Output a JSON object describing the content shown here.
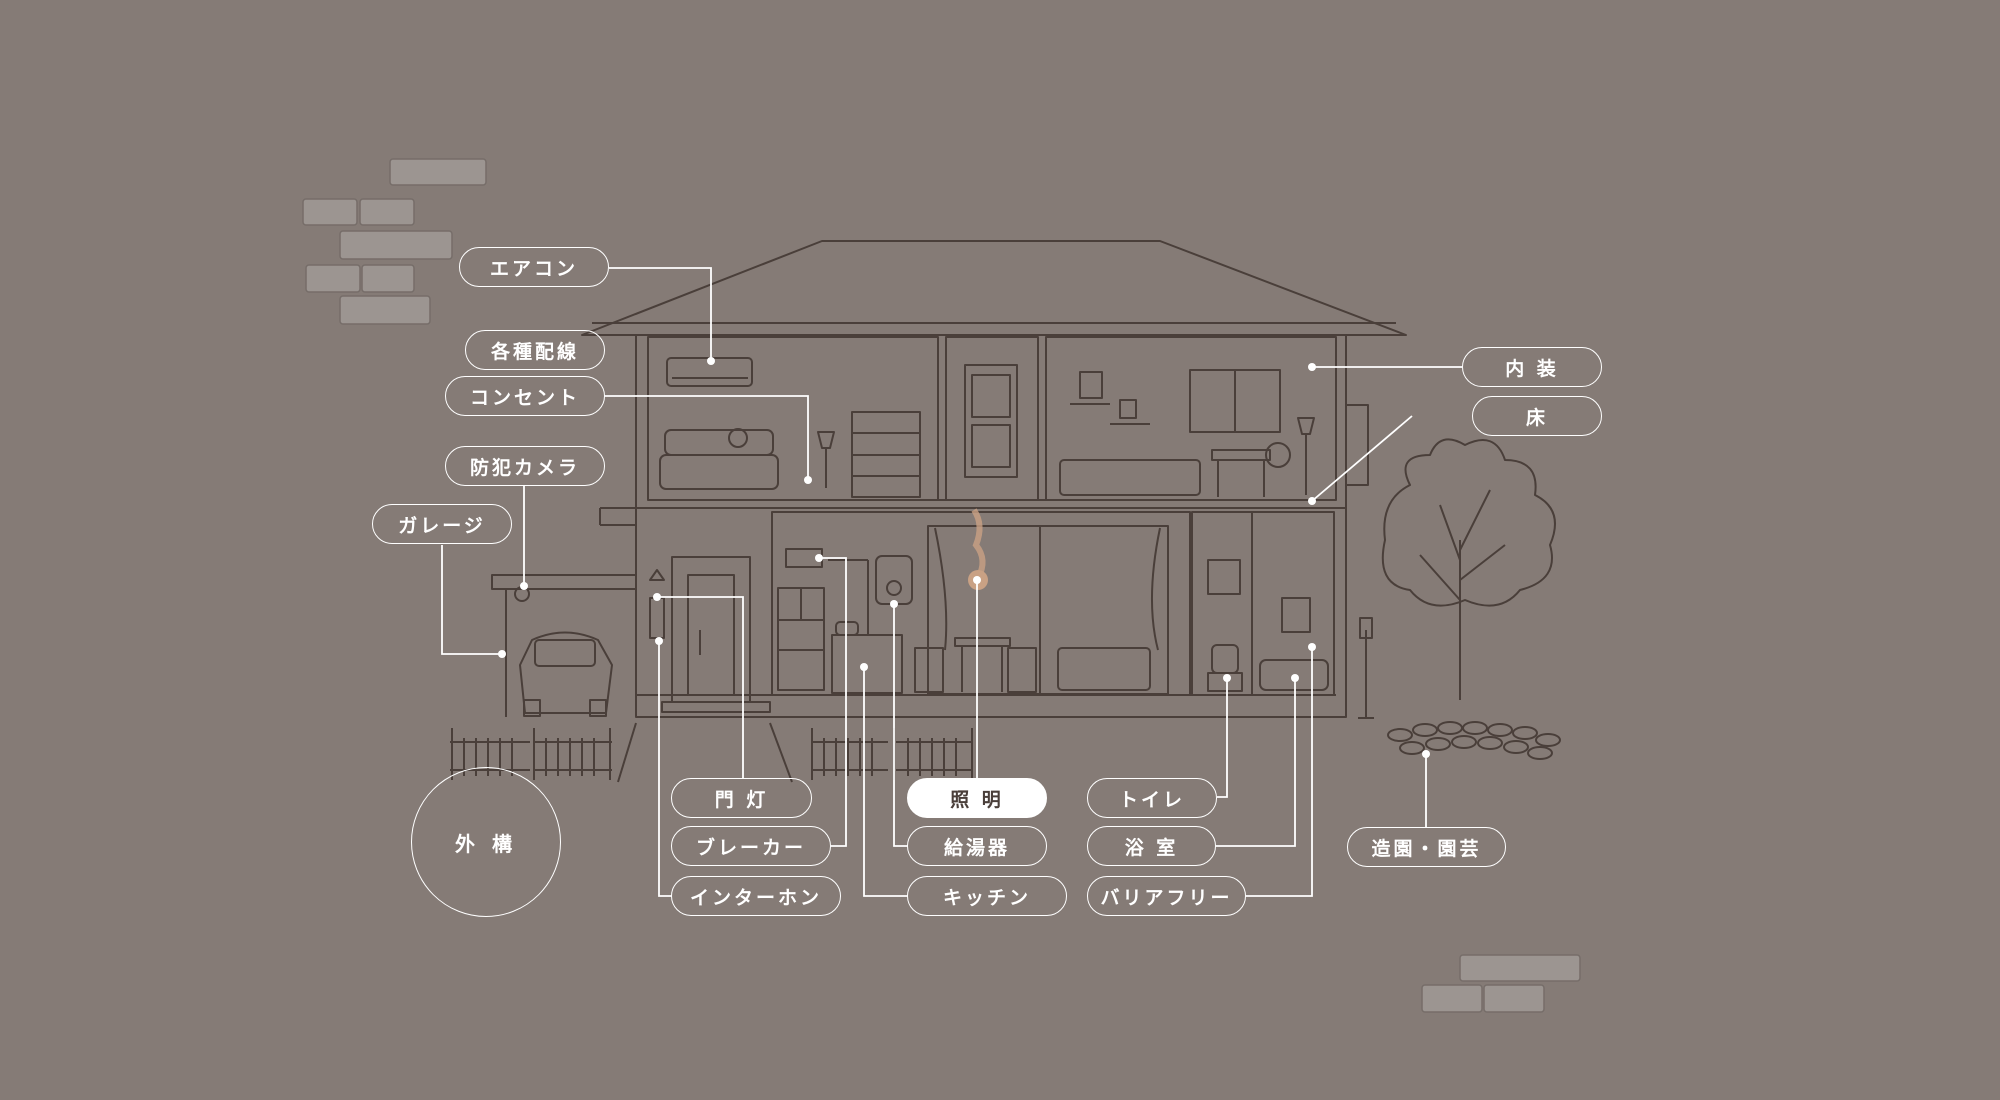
{
  "labels": {
    "aircon": "エアコン",
    "wiring": "各種配線",
    "outlet": "コンセント",
    "security_camera": "防犯カメラ",
    "garage": "ガレージ",
    "interior": "内 装",
    "floor": "床",
    "gate_light": "門 灯",
    "breaker": "ブレーカー",
    "intercom": "インターホン",
    "lighting": "照 明",
    "water_heater": "給湯器",
    "kitchen": "キッチン",
    "toilet": "トイレ",
    "bathroom": "浴 室",
    "barrier_free": "バリアフリー",
    "landscaping": "造園・園芸",
    "exterior": "外 構"
  },
  "active_label": "lighting",
  "colors": {
    "background": "#857b76",
    "line": "#ffffff",
    "sketch": "#4a3f3a",
    "brick": "#9c9591",
    "lamp_glow": "#c9a184"
  }
}
